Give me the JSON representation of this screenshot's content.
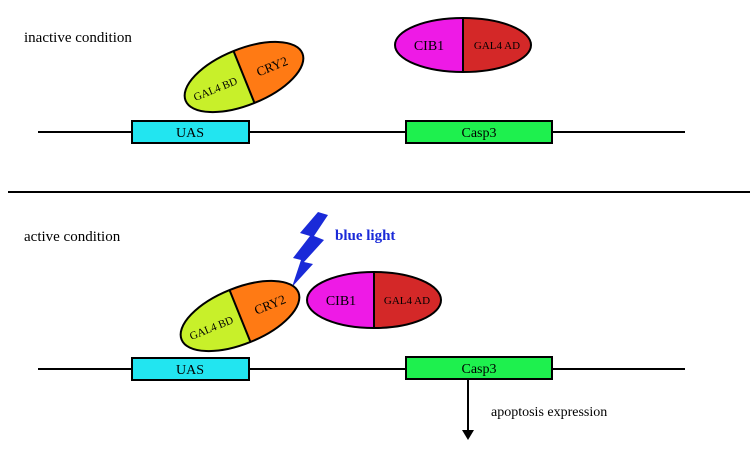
{
  "panels": {
    "inactive": {
      "condition_label": "inactive condition",
      "uas_label": "UAS",
      "casp3_label": "Casp3",
      "cry2_label": "CRY2",
      "gal4bd_label": "GAL4 BD",
      "cib1_label": "CIB1",
      "gal4ad_label": "GAL4 AD"
    },
    "active": {
      "condition_label": "active condition",
      "light_label": "blue light",
      "uas_label": "UAS",
      "casp3_label": "Casp3",
      "cry2_label": "CRY2",
      "gal4bd_label": "GAL4 BD",
      "cib1_label": "CIB1",
      "gal4ad_label": "GAL4 AD",
      "output_label": "apoptosis expression"
    }
  },
  "colors": {
    "uas_box": "#22e5f0",
    "casp3_box": "#1ef04e",
    "gal4bd_fill": "#c8f02a",
    "cry2_fill": "#ff7a14",
    "cib1_fill": "#ee1ae6",
    "gal4ad_fill": "#d42828",
    "light_bolt": "#1a2ad8",
    "light_text": "#1a2ad8"
  }
}
